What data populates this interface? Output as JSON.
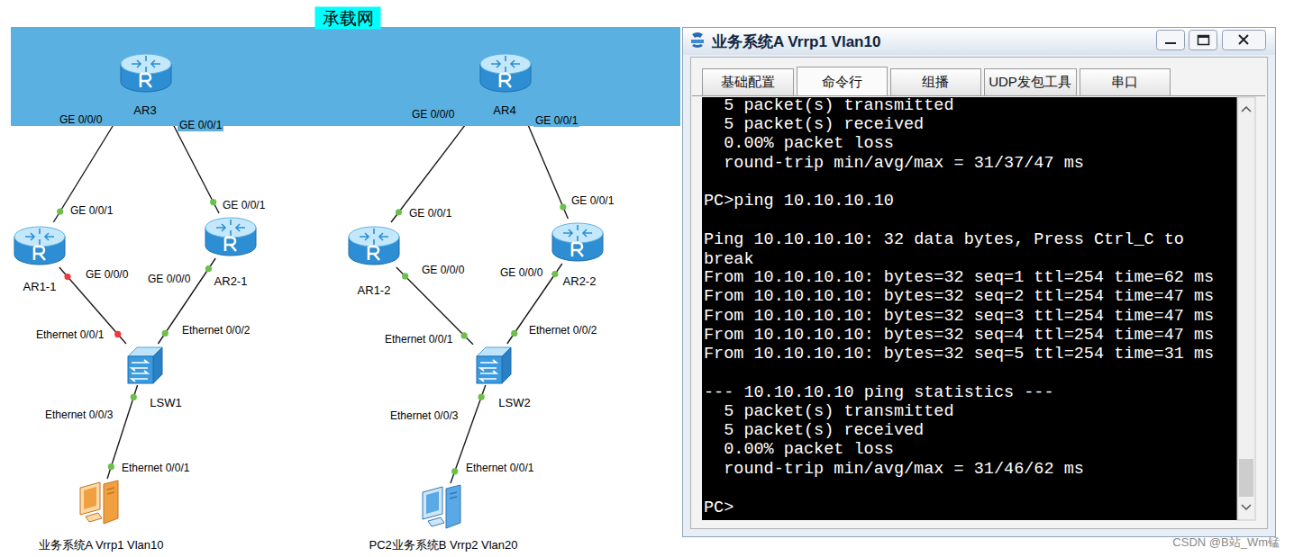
{
  "diagram": {
    "nodes": [
      {
        "text": [
          "承载网"
        ]
      },
      {
        "text": [
          "AR3"
        ],
        "in": 0
      },
      {
        "text": [
          "AR4"
        ],
        "in": 0
      },
      {
        "text": [
          "AR1-1"
        ]
      },
      {
        "text": [
          "AR2-1"
        ]
      },
      {
        "text": [
          "AR1-2"
        ]
      },
      {
        "text": [
          "AR2-2"
        ]
      },
      {
        "text": [
          "LSW1"
        ]
      },
      {
        "text": [
          "LSW2"
        ]
      },
      {
        "text": [
          "业务系统A Vrrp1 Vlan10"
        ]
      },
      {
        "text": [
          "PC2业务系统B Vrrp2 Vlan20"
        ]
      },
      {
        "text": [
          "业务系统A Vrrp1 Vlan10"
        ]
      }
    ],
    "edges": [
      {
        "from": 1,
        "to": 3,
        "arrow": "none"
      },
      {
        "from": 1,
        "to": 4,
        "arrow": "none"
      },
      {
        "from": 2,
        "to": 5,
        "arrow": "none"
      },
      {
        "from": 2,
        "to": 6,
        "arrow": "none"
      },
      {
        "from": 3,
        "to": 7,
        "arrow": "none"
      },
      {
        "from": 4,
        "to": 7,
        "arrow": "none"
      },
      {
        "from": 5,
        "to": 8,
        "arrow": "none"
      },
      {
        "from": 6,
        "to": 8,
        "arrow": "none"
      },
      {
        "from": 7,
        "to": 9,
        "arrow": "none"
      },
      {
        "from": 8,
        "to": 10,
        "arrow": "none"
      }
    ],
    "labels": [
      "GE 0/0/0",
      "GE 0/0/1",
      "GE 0/0/1",
      "GE 0/0/1",
      "GE 0/0/0",
      "GE 0/0/0",
      "Ethernet 0/0/1",
      "Ethernet 0/0/2",
      "Ethernet 0/0/3",
      "Ethernet 0/0/1",
      "GE 0/0/0",
      "GE 0/0/1",
      "GE 0/0/1",
      "GE 0/0/1",
      "GE 0/0/0",
      "GE 0/0/0",
      "Ethernet 0/0/1",
      "Ethernet 0/0/2",
      "Ethernet 0/0/3",
      "Ethernet 0/0/1",
      "基础配置",
      "命令行",
      "组播",
      "UDP发包工具",
      "串口",
      "5 packet(s) transmitted",
      "5 packet(s) received",
      "0.00% packet loss",
      "round-trip min/avg/max = 31/37/47 ms",
      "PC>ping 10.10.10.10",
      "Ping 10.10.10.10: 32 data bytes, Press Ctrl_C to break",
      "From 10.10.10.10: bytes=32 seq=1 ttl=254 time=62 ms",
      "From 10.10.10.10: bytes=32 seq=2 ttl=254 time=47 ms",
      "From 10.10.10.10: bytes=32 seq=3 ttl=254 time=47 ms",
      "From 10.10.10.10: bytes=32 seq=4 ttl=254 time=47 ms",
      "From 10.10.10.10: bytes=32 seq=5 ttl=254 time=31 ms",
      "--- 10.10.10.10 ping statistics ---",
      "5 packet(s) transmitted",
      "5 packet(s) received",
      "0.00% packet loss",
      "round-trip min/avg/max = 31/46/62 ms",
      "PC>",
      "CSDN @B站_Wm锰"
    ]
  }
}
